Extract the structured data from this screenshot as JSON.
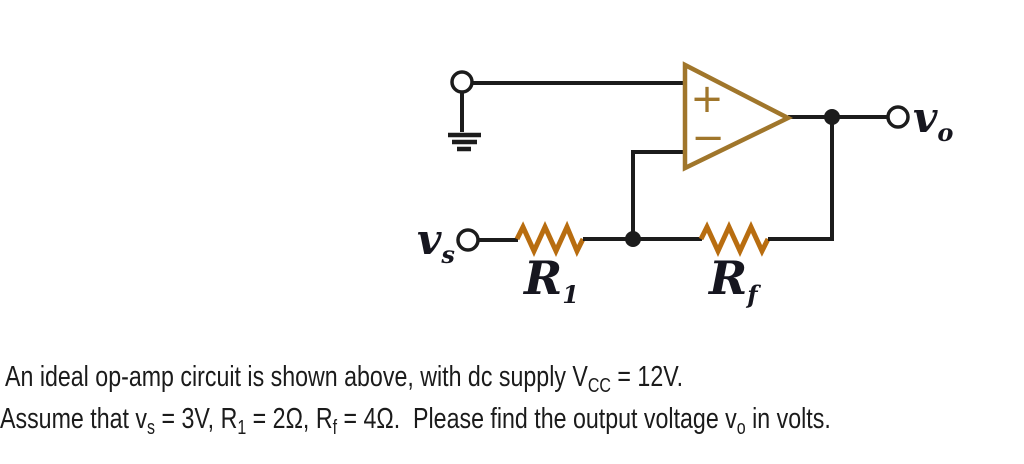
{
  "circuit": {
    "opamp": {
      "plus": "+",
      "minus": "−"
    },
    "labels": {
      "vs_base": "v",
      "vs_sub": "s",
      "r1_base": "R",
      "r1_sub": "1",
      "rf_base": "R",
      "rf_sub": "f",
      "vo_base": "v",
      "vo_sub": "o"
    },
    "colors": {
      "wire": "#1c1c1c",
      "opamp_stroke": "#a0762b",
      "resistor": "#b86d10"
    }
  },
  "question": {
    "line1_part1": "An ideal op-amp circuit is shown above, with dc supply V",
    "line1_sub1": "CC",
    "line1_part2": " = 12V.",
    "line2_part1": "Assume that v",
    "line2_sub1": "s",
    "line2_part2": " = 3V, R",
    "line2_sub2": "1",
    "line2_part3": " = 2Ω, R",
    "line2_sub3": "f",
    "line2_part4": " = 4Ω.  Please find the output voltage v",
    "line2_sub4": "o",
    "line2_part5": " in volts."
  }
}
